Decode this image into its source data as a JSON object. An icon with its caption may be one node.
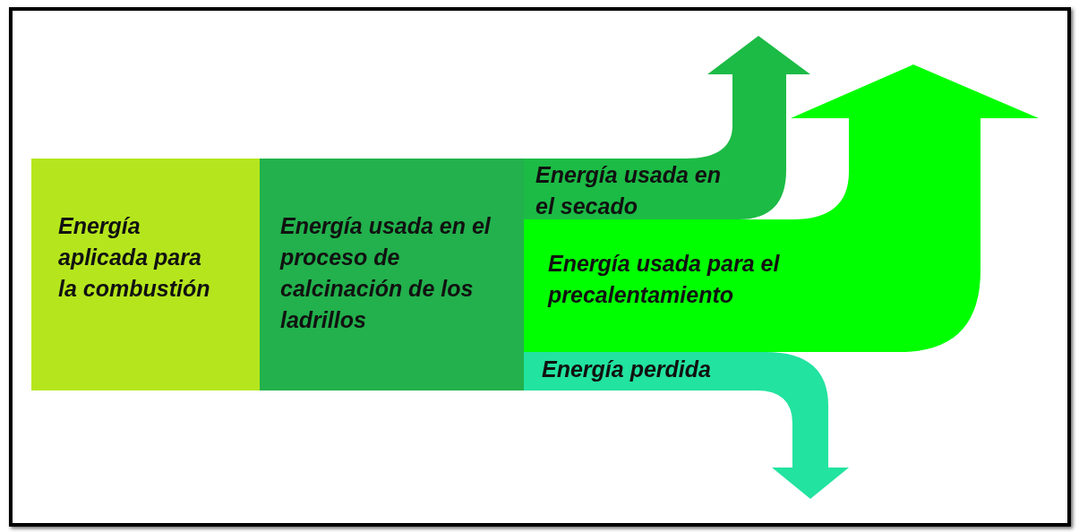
{
  "diagram": {
    "nodes": [
      {
        "text": [
          "Energía aplicada para la combustión"
        ]
      },
      {
        "text": [
          "Energía usada en el proceso de calcinación de los ladrillos"
        ]
      },
      {
        "text": [
          "Energía usada en el secado"
        ]
      },
      {
        "text": [
          "Energía usada para el precalentamiento"
        ]
      },
      {
        "text": [
          "Energía perdida"
        ]
      }
    ]
  }
}
